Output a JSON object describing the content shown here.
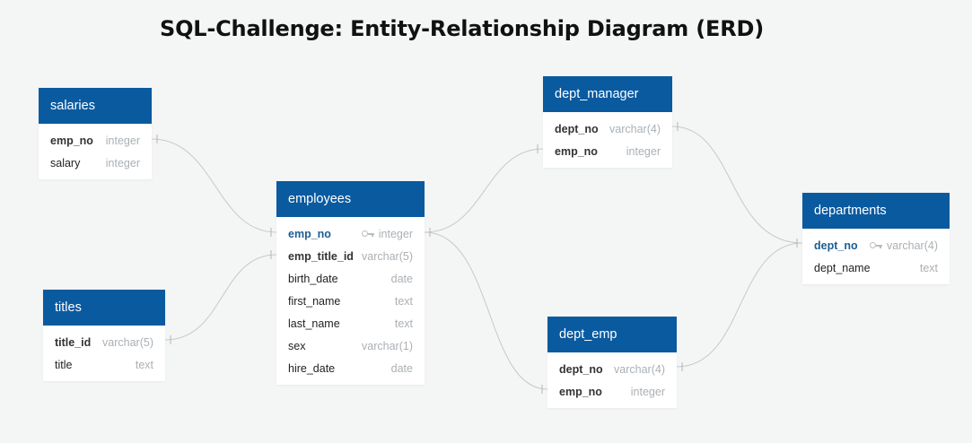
{
  "title": "SQL-Challenge: Entity-Relationship Diagram (ERD)",
  "colors": {
    "header": "#0a5aa0",
    "primary_key": "#1d5d94",
    "type": "#aab0b5",
    "connector": "#cccccc"
  },
  "tables": {
    "salaries": {
      "name": "salaries",
      "fields": [
        {
          "name": "emp_no",
          "type": "integer"
        },
        {
          "name": "salary",
          "type": "integer"
        }
      ]
    },
    "titles": {
      "name": "titles",
      "fields": [
        {
          "name": "title_id",
          "type": "varchar(5)"
        },
        {
          "name": "title",
          "type": "text"
        }
      ]
    },
    "employees": {
      "name": "employees",
      "fields": [
        {
          "name": "emp_no",
          "type": "integer",
          "icon": "key-icon"
        },
        {
          "name": "emp_title_id",
          "type": "varchar(5)"
        },
        {
          "name": "birth_date",
          "type": "date"
        },
        {
          "name": "first_name",
          "type": "text"
        },
        {
          "name": "last_name",
          "type": "text"
        },
        {
          "name": "sex",
          "type": "varchar(1)"
        },
        {
          "name": "hire_date",
          "type": "date"
        }
      ]
    },
    "dept_manager": {
      "name": "dept_manager",
      "fields": [
        {
          "name": "dept_no",
          "type": "varchar(4)"
        },
        {
          "name": "emp_no",
          "type": "integer"
        }
      ]
    },
    "dept_emp": {
      "name": "dept_emp",
      "fields": [
        {
          "name": "dept_no",
          "type": "varchar(4)"
        },
        {
          "name": "emp_no",
          "type": "integer"
        }
      ]
    },
    "departments": {
      "name": "departments",
      "fields": [
        {
          "name": "dept_no",
          "type": "varchar(4)",
          "icon": "key-icon"
        },
        {
          "name": "dept_name",
          "type": "text"
        }
      ]
    }
  }
}
